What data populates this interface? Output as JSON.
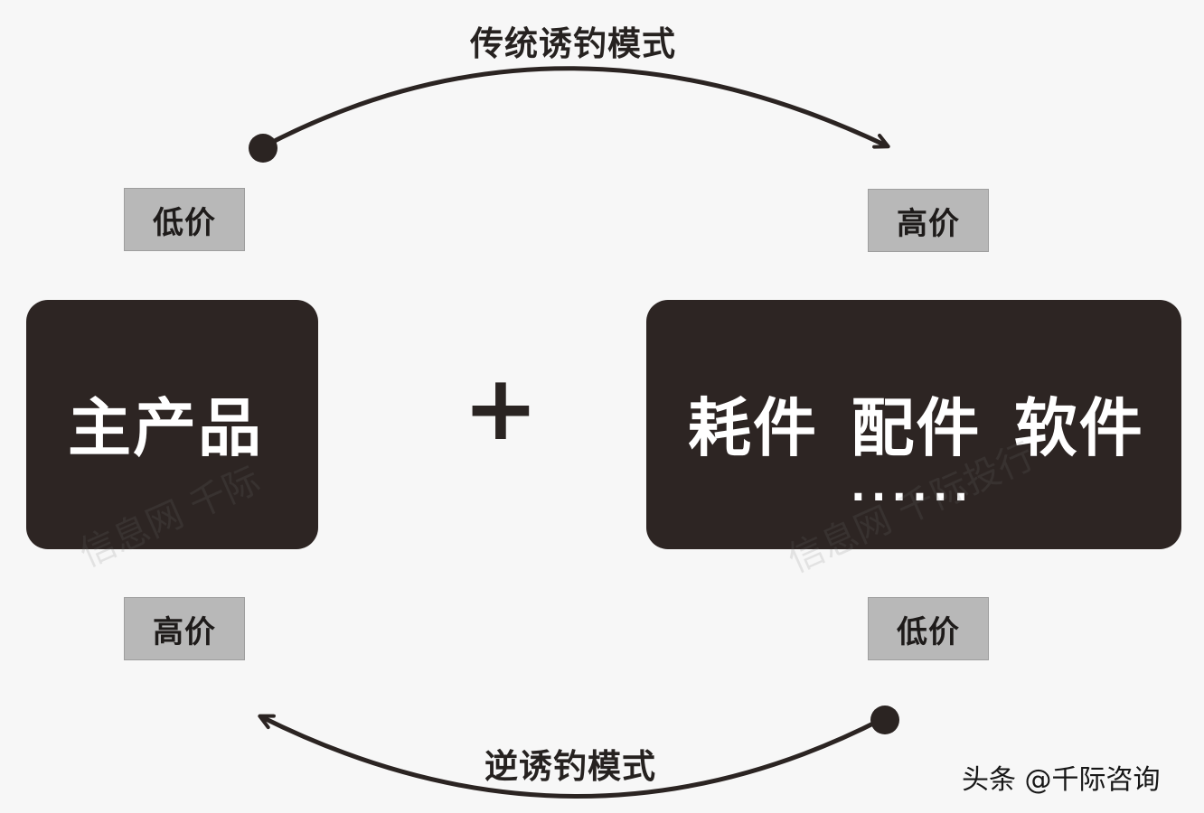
{
  "top_mode": "传统诱钓模式",
  "bottom_mode": "逆诱钓模式",
  "tags": {
    "top_left": "低价",
    "top_right": "高价",
    "bottom_left": "高价",
    "bottom_right": "低价"
  },
  "main_product": "主产品",
  "plus": "+",
  "sub_product": "耗件 配件 软件",
  "sub_ellipsis": "......",
  "watermark_left": "信息网 千际",
  "watermark_right": "信息网 千际投行",
  "credit": "头条 @千际咨询",
  "colors": {
    "box": "#2d2523",
    "tag": "#b8b8b8",
    "arrow": "#2b2422",
    "background": "#f7f7f7"
  }
}
